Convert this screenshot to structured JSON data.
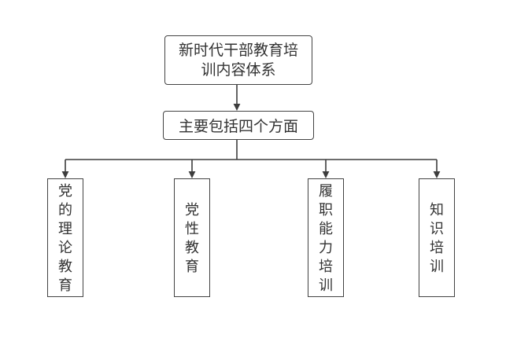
{
  "diagram": {
    "type": "flowchart",
    "root": {
      "label": "新时代干部教育培训内容体系"
    },
    "summary": {
      "label": "主要包括四个方面"
    },
    "branches": [
      {
        "label": "党的理论教育"
      },
      {
        "label": "党性教育"
      },
      {
        "label": "履职能力培训"
      },
      {
        "label": "知识培训"
      }
    ],
    "colors": {
      "background": "#ffffff",
      "line": "#3d3d3d",
      "border": "#434343",
      "text": "#333333"
    }
  }
}
